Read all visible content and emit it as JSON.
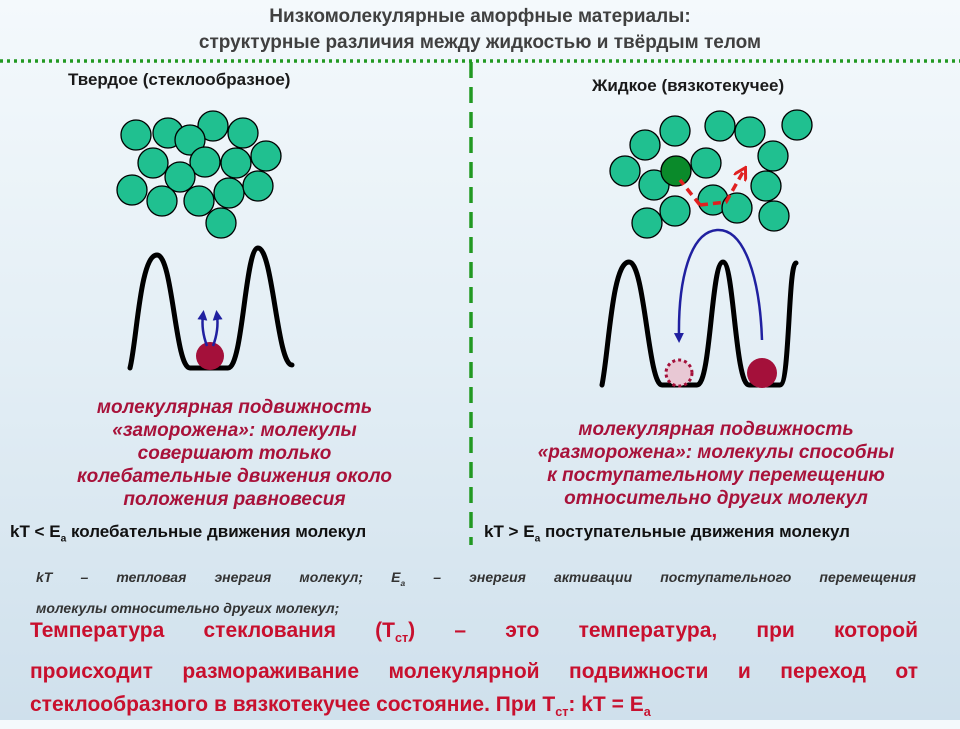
{
  "title": {
    "line1": "Низкомолекулярные аморфные материалы:",
    "line2": "структурные различия между жидкостью и твёрдым телом"
  },
  "left": {
    "header": "Твердое (стеклообразное)",
    "desc": [
      "молекулярная подвижность",
      "«заморожена»: молекулы",
      "совершают только",
      "колебательные движения около",
      "положения равновесия"
    ],
    "relation": {
      "pre": "kT < E",
      "sub": "a",
      "post": " колебательные движения молекул"
    }
  },
  "right": {
    "header": "Жидкое (вязкотекучее)",
    "desc": [
      "молекулярная подвижность",
      "«разморожена»: молекулы способны",
      "к поступательному перемещению",
      "относительно других молекул"
    ],
    "relation": {
      "pre": "kT > E",
      "sub": "a",
      "post": " поступательные движения молекул"
    }
  },
  "definitions": {
    "line1": {
      "a": "kT – тепловая энергия молекул; E",
      "sub": "a",
      "b": " – энергия активации поступательного перемещения"
    },
    "line2": "молекулы относительно других молекул;"
  },
  "glass_transition": {
    "line1": {
      "a": "Температура стеклования (T",
      "sub": "ст",
      "b": ") – это температура, при которой"
    },
    "line2": "происходит размораживание молекулярной подвижности и переход от",
    "line3": {
      "a": "стеклообразного в вязкотекучее состояние. При T",
      "sub": "ст",
      "b": ": kT = E",
      "sub2": "a"
    }
  },
  "colors": {
    "molecule": "#20c090",
    "highlight_molecule": "#0a8a2a",
    "well_ball": "#a4103a",
    "ghost_ball": "#e8c8d4",
    "arrow_blue": "#2020a0",
    "arrow_red": "#e02020",
    "divider": "#229922",
    "accent_text": "#a8123a",
    "tg_text": "#c8102e"
  }
}
